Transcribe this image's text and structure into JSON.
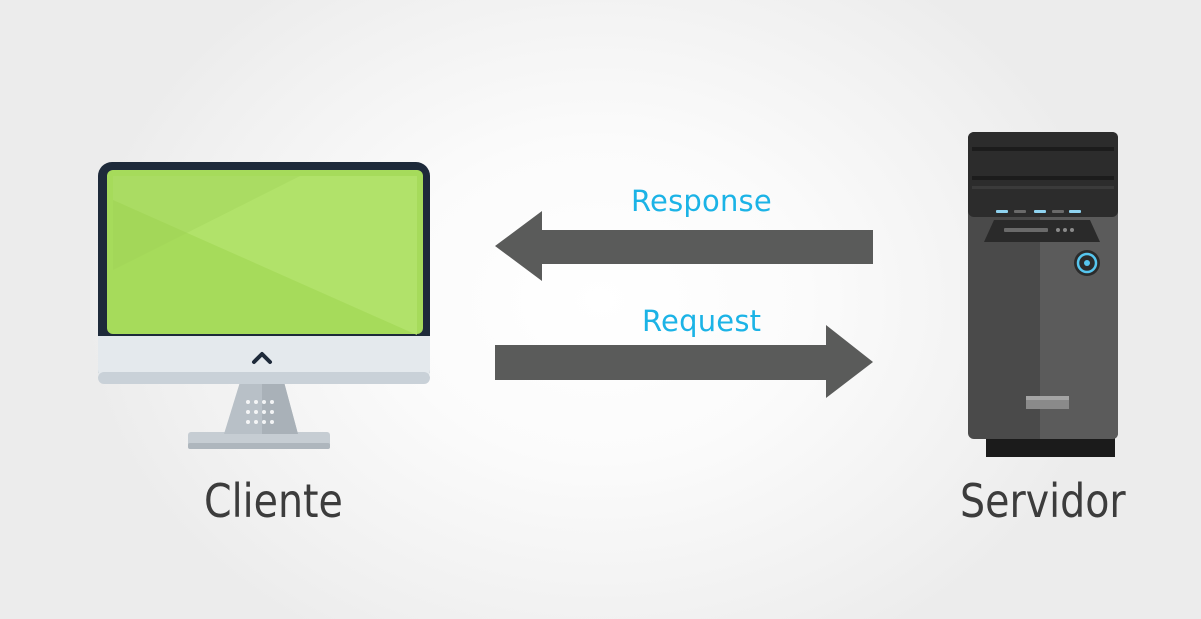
{
  "nodes": {
    "client": {
      "label": "Cliente"
    },
    "server": {
      "label": "Servidor"
    }
  },
  "arrows": {
    "response": {
      "label": "Response",
      "direction": "left"
    },
    "request": {
      "label": "Request",
      "direction": "right"
    }
  },
  "colors": {
    "label_text": "#1bb3e6",
    "arrow_fill": "#5a5b5a",
    "screen_green": "#a6db5b",
    "caption_text": "#3c3c3c"
  }
}
